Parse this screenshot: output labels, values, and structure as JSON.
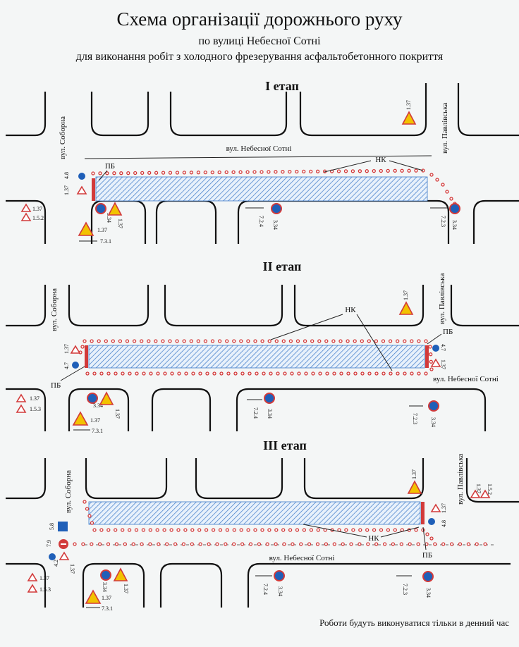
{
  "header": {
    "title": "Схема організації дорожнього руху",
    "subtitle1": "по вулиці Небесної Сотні",
    "subtitle2": "для виконання робіт з холодного фрезерування асфальтобетонного покриття"
  },
  "stages": [
    {
      "title": "І етап",
      "street_main": "вул. Небесної Сотні",
      "street_left": "вул. Соборна",
      "street_right": "вул. Павлівська",
      "label_pb": "ПБ",
      "label_nk": "НК",
      "signs": [
        "4.8",
        "1.37",
        "1.37",
        "1.5.2",
        "3.34",
        "1.37",
        "1.37",
        "7.3.1",
        "7.2.4",
        "3.34",
        "7.2.3",
        "3.34",
        "1.37"
      ]
    },
    {
      "title": "ІІ етап",
      "street_main": "вул. Небесної Сотні",
      "street_left": "вул. Соборна",
      "street_right": "вул. Павлівська",
      "label_pb_left": "ПБ",
      "label_pb_right": "ПБ",
      "label_nk": "НК",
      "signs": [
        "1.37",
        "4.7",
        "1.37",
        "1.5.3",
        "3.34",
        "1.37",
        "1.37",
        "7.3.1",
        "7.2.4",
        "3.34",
        "7.2.3",
        "3.34",
        "4.7",
        "1.37",
        "1.37"
      ]
    },
    {
      "title": "ІІІ етап",
      "street_main": "вул. Небесної Сотні",
      "street_left": "вул. Соборна",
      "street_right": "вул. Павлівська",
      "label_pb": "ПБ",
      "label_nk": "НК",
      "signs": [
        "5.8",
        "7.9",
        "4.2",
        "1.37",
        "1.37",
        "1.5.3",
        "3.34",
        "1.37",
        "1.37",
        "7.3.1",
        "7.2.4",
        "3.34",
        "7.2.3",
        "3.34",
        "1.37",
        "4.8",
        "1.37",
        "1.37",
        "1.5.2"
      ]
    }
  ],
  "footer": "Роботи будуть виконуватися тільки в денний час",
  "colors": {
    "hatch": "#3a78c8",
    "fence": "#d23a3a",
    "sign_blue": "#1f5fb8",
    "sign_warning": "#f2c200"
  }
}
